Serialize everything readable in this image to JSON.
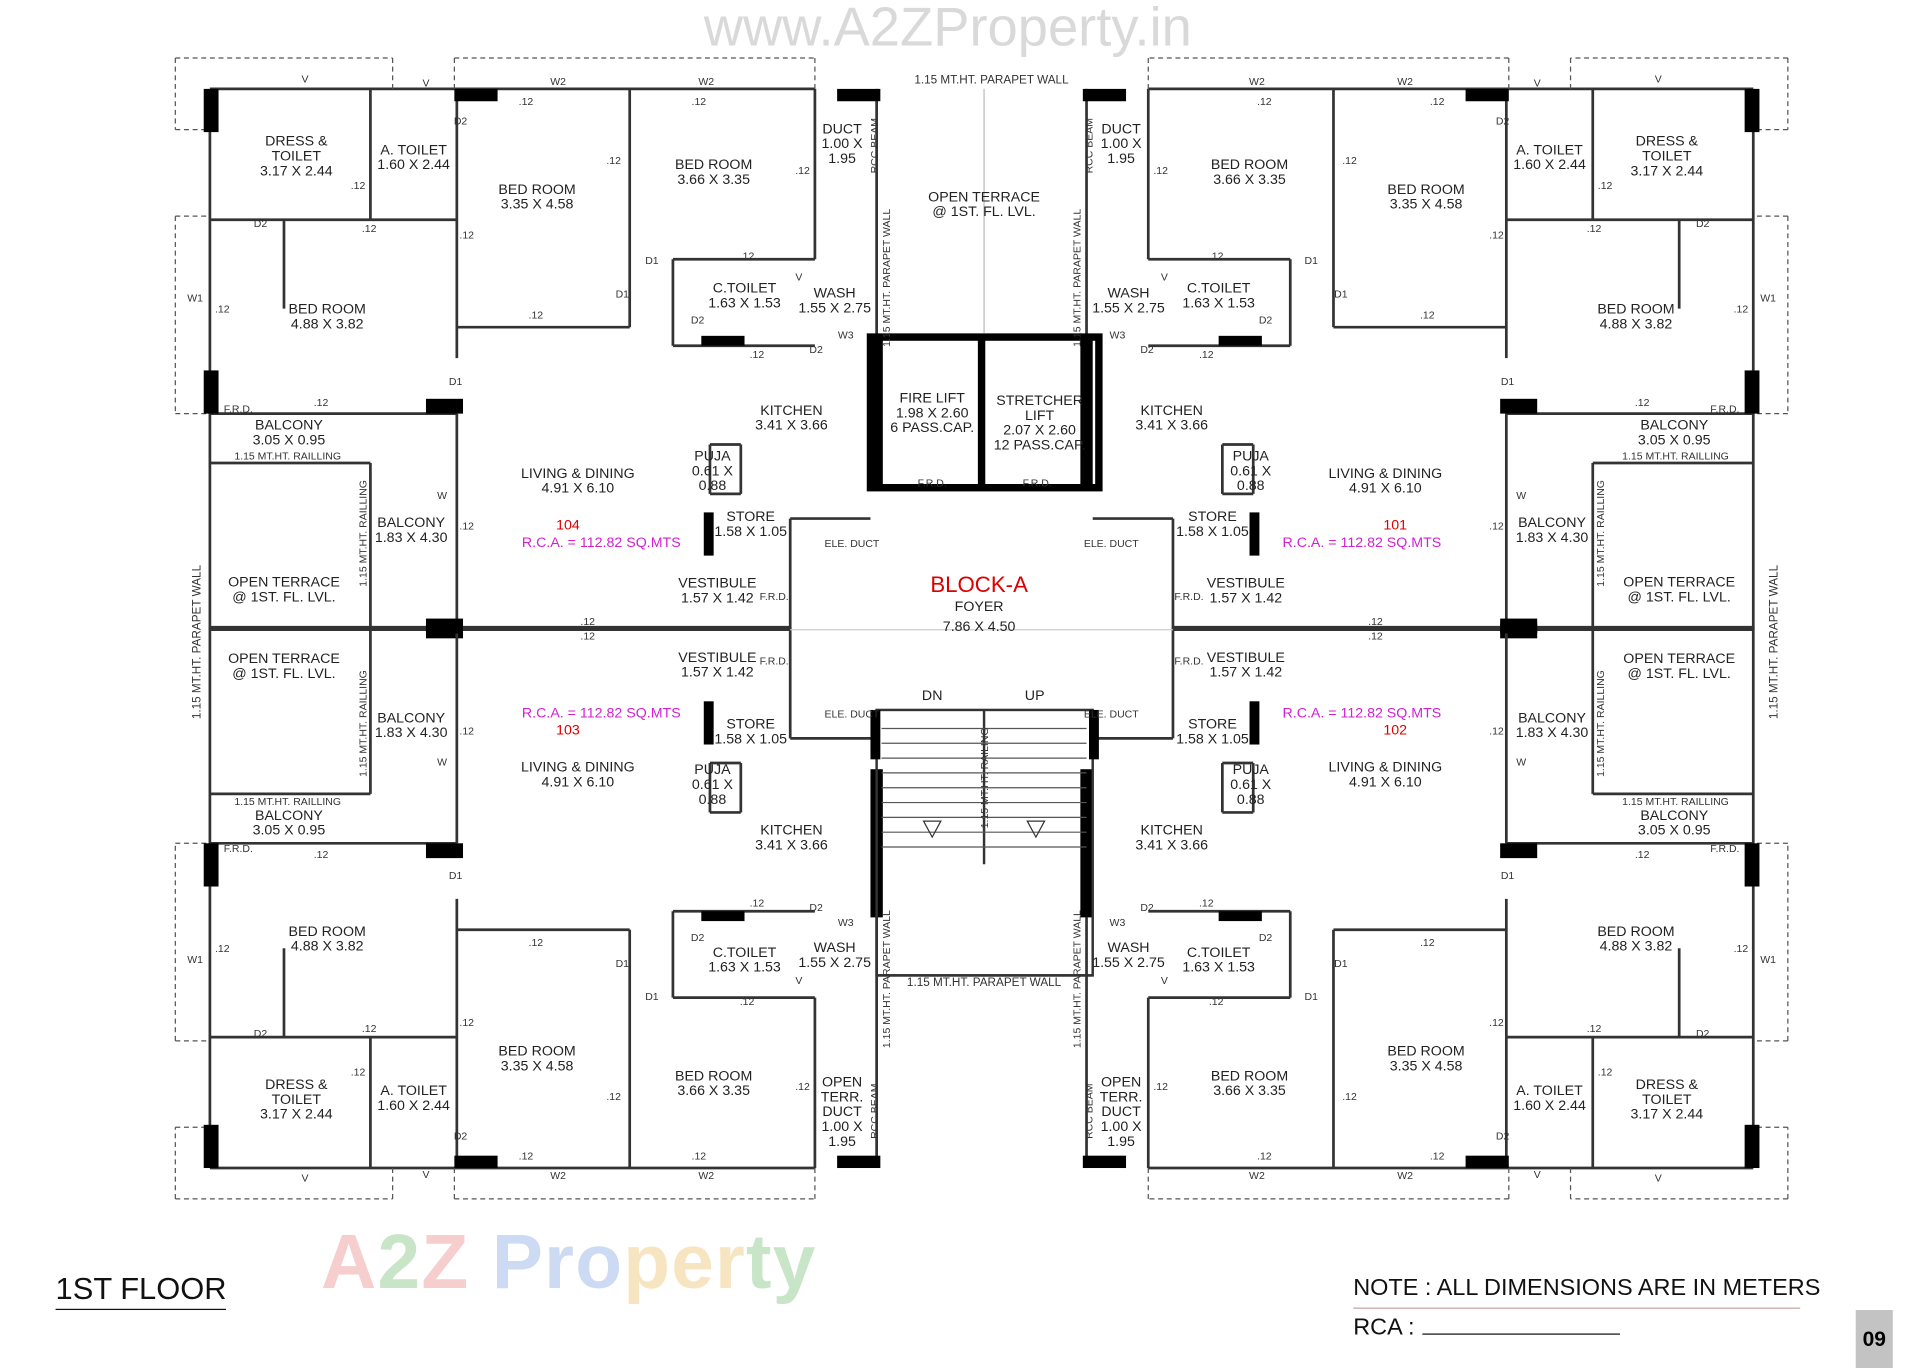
{
  "watermark": {
    "logo": "A2Z Property",
    "url": "www.A2ZProperty.in"
  },
  "block": {
    "name": "BLOCK-A",
    "foyer": "FOYER",
    "foyer_size": "7.86 X 4.50"
  },
  "center": {
    "open_terrace": "OPEN TERRACE @ 1ST. FL. LVL.",
    "fire_lift": {
      "name": "FIRE LIFT",
      "size": "1.98 X 2.60",
      "cap": "6 PASS.CAP."
    },
    "stretcher_lift": {
      "name": "STRETCHER LIFT",
      "size": "2.07 X 2.60",
      "cap": "12 PASS.CAP."
    },
    "parapet_wall": "1.15 MT.HT. PARAPET WALL",
    "stair_dn": "DN",
    "stair_up": "UP",
    "railing": "1.15 MT.HT. RAILING",
    "frd": "F.R.D."
  },
  "unit_rooms": [
    {
      "name": "DRESS & TOILET",
      "size": "3.17 X 2.44"
    },
    {
      "name": "A. TOILET",
      "size": "1.60 X 2.44"
    },
    {
      "name": "BED ROOM",
      "size": "3.35 X 4.58"
    },
    {
      "name": "BED ROOM",
      "size": "3.66 X 3.35"
    },
    {
      "name": "DUCT",
      "size": "1.00 X 1.95"
    },
    {
      "name": "BED ROOM",
      "size": "4.88 X 3.82"
    },
    {
      "name": "C.TOILET",
      "size": "1.63 X 1.53"
    },
    {
      "name": "WASH",
      "size": "1.55 X 2.75"
    },
    {
      "name": "KITCHEN",
      "size": "3.41 X 3.66"
    },
    {
      "name": "BALCONY",
      "size": "3.05 X 0.95"
    },
    {
      "name": "LIVING & DINING",
      "size": "4.91 X 6.10"
    },
    {
      "name": "PUJA",
      "size": "0.61 X 0.88"
    },
    {
      "name": "STORE",
      "size": "1.58 X 1.05"
    },
    {
      "name": "BALCONY",
      "size": "1.83 X 4.30"
    },
    {
      "name": "OPEN TERRACE @ 1ST. FL. LVL.",
      "size": ""
    },
    {
      "name": "VESTIBULE",
      "size": "1.57 X 1.42"
    }
  ],
  "bottom_duct_label": "OPEN TERR. DUCT",
  "units": [
    {
      "number": "104",
      "rca": "R.C.A. = 112.82 SQ.MTS"
    },
    {
      "number": "101",
      "rca": "R.C.A. = 112.82 SQ.MTS"
    },
    {
      "number": "103",
      "rca": "R.C.A. = 112.82 SQ.MTS"
    },
    {
      "number": "102",
      "rca": "R.C.A. = 112.82 SQ.MTS"
    }
  ],
  "annotations": {
    "dim": ".12",
    "window_v": "V",
    "window_w1": "W1",
    "window_w2": "W2",
    "window_w3": "W3",
    "window_w": "W",
    "door_d1": "D1",
    "door_d2": "D2",
    "frd": "F.R.D.",
    "railing": "1.15 MT.HT. RAILLING",
    "parapet": "1.15 MT.HT. PARAPET WALL",
    "rcc_beam": "RCC BEAM",
    "ele_duct": "ELE. DUCT"
  },
  "footer": {
    "title": "1ST FLOOR",
    "note": "NOTE : ALL DIMENSIONS ARE IN METERS",
    "rca_label": "RCA :",
    "page_number": "09"
  }
}
